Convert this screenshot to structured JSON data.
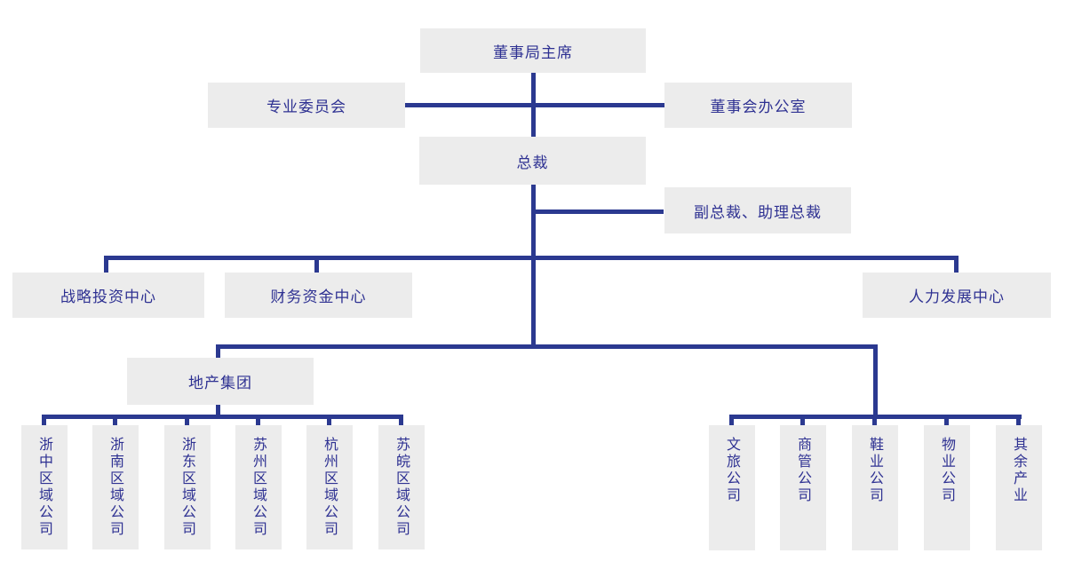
{
  "chart_title": "",
  "colors": {
    "connector": "#2b3990",
    "node_background": "#ececec",
    "node_text": "#2e3192",
    "page_background": "#ffffff"
  },
  "nodes": {
    "chairman": {
      "label": "董事局主席"
    },
    "committee": {
      "label": "专业委员会"
    },
    "board_office": {
      "label": "董事会办公室"
    },
    "president": {
      "label": "总裁"
    },
    "vice_president": {
      "label": "副总裁、助理总裁"
    },
    "strategy_center": {
      "label": "战略投资中心"
    },
    "finance_center": {
      "label": "财务资金中心"
    },
    "hr_center": {
      "label": "人力发展中心"
    },
    "real_estate_group": {
      "label": "地产集团"
    },
    "regional_companies": [
      "浙中区域公司",
      "浙南区域公司",
      "浙东区域公司",
      "苏州区域公司",
      "杭州区域公司",
      "苏皖区域公司"
    ],
    "other_companies": [
      "文旅公司",
      "商管公司",
      "鞋业公司",
      "物业公司",
      "其余产业"
    ]
  }
}
